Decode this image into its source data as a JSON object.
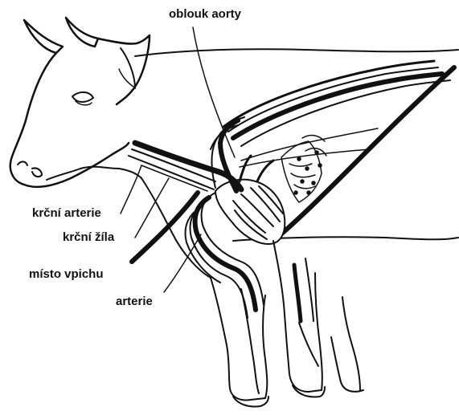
{
  "labels": {
    "aortic_arch": "oblouk aorty",
    "carotid_artery": "krční arterie",
    "jugular_vein": "krční žíla",
    "puncture_site": "místo vpichu",
    "artery": "arterie"
  },
  "colors": {
    "ink": "#111111",
    "background": "#ffffff"
  }
}
